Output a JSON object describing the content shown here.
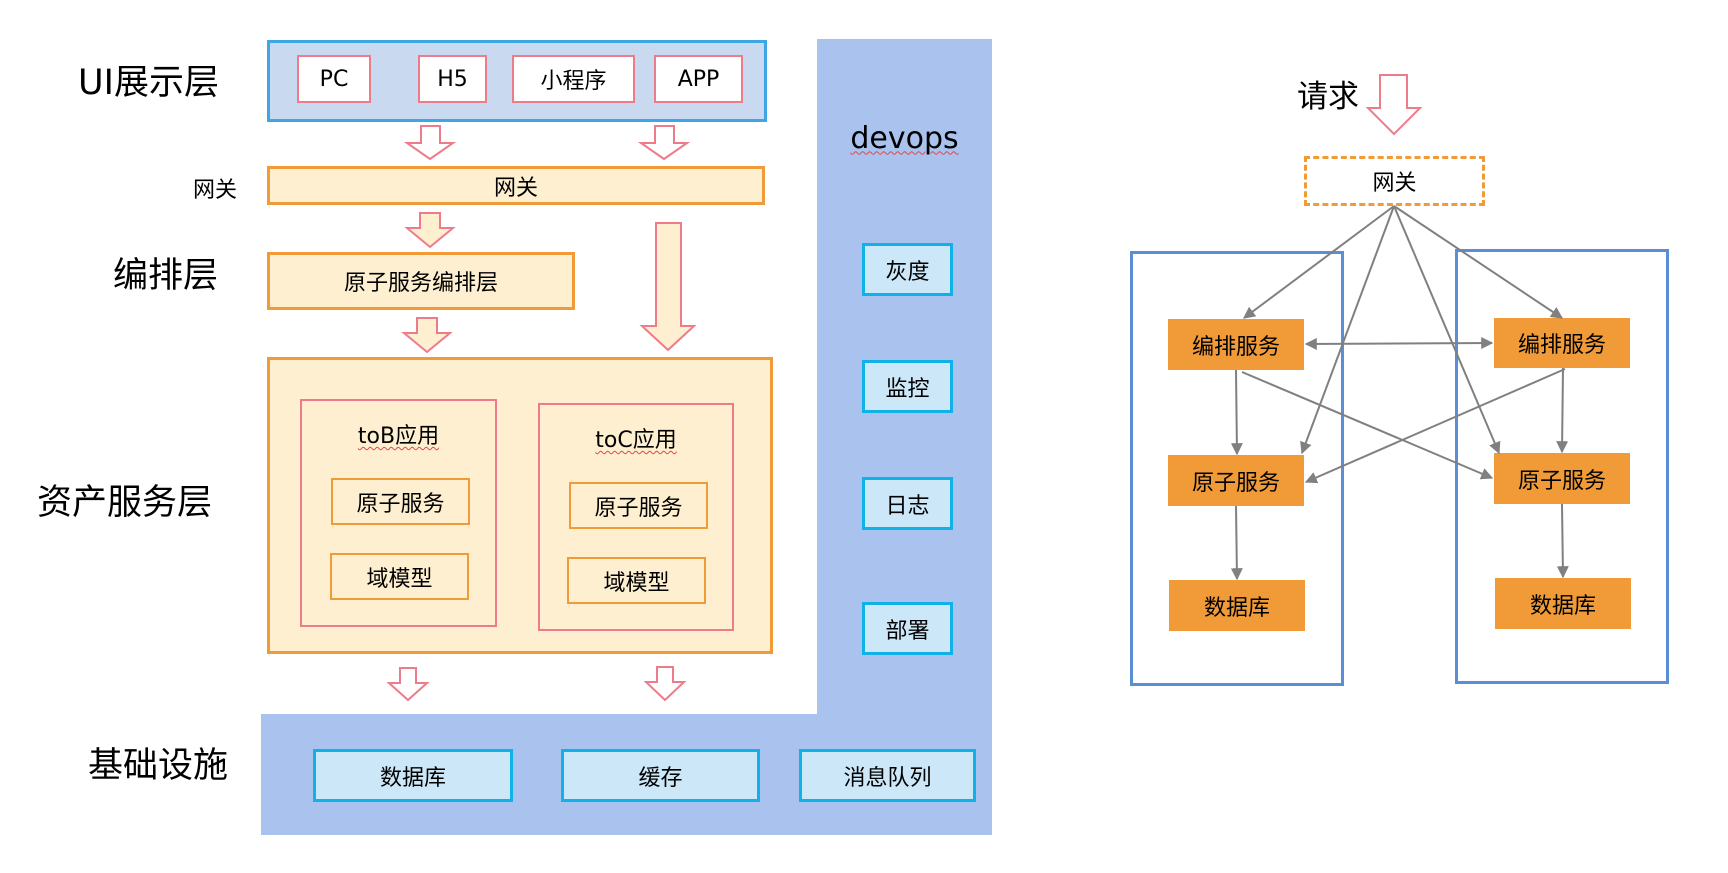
{
  "left_diagram": {
    "layer_labels": {
      "ui": "UI展示层",
      "gateway": "网关",
      "orchestration": "编排层",
      "asset": "资产服务层",
      "infra": "基础设施"
    },
    "ui_layer": {
      "clients": [
        "PC",
        "H5",
        "小程序",
        "APP"
      ]
    },
    "gateway_bar": "网关",
    "orchestration_box": "原子服务编排层",
    "asset_layer": {
      "apps": [
        {
          "title": "toB应用",
          "items": [
            "原子服务",
            "域模型"
          ]
        },
        {
          "title": "toC应用",
          "items": [
            "原子服务",
            "域模型"
          ]
        }
      ]
    },
    "devops": {
      "title": "devops",
      "items": [
        "灰度",
        "监控",
        "日志",
        "部署"
      ]
    },
    "infra": {
      "items": [
        "数据库",
        "缓存",
        "消息队列"
      ]
    }
  },
  "right_diagram": {
    "request_label": "请求",
    "gateway": "网关",
    "clusters": [
      {
        "orchestration": "编排服务",
        "atomic": "原子服务",
        "database": "数据库"
      },
      {
        "orchestration": "编排服务",
        "atomic": "原子服务",
        "database": "数据库"
      }
    ]
  },
  "colors": {
    "ui_layer_fill": "#c8d9f0",
    "ui_layer_border": "#3fa6e6",
    "pink_border": "#ee7b8a",
    "orange_border": "#f09a38",
    "cream_fill": "#fdefcf",
    "devops_fill": "#a9c3ee",
    "cyan_border": "#10b0e8",
    "cyan_fill": "#cce7f8",
    "service_fill": "#f09a38",
    "container_border": "#5a8fd6",
    "connector": "#808080"
  }
}
